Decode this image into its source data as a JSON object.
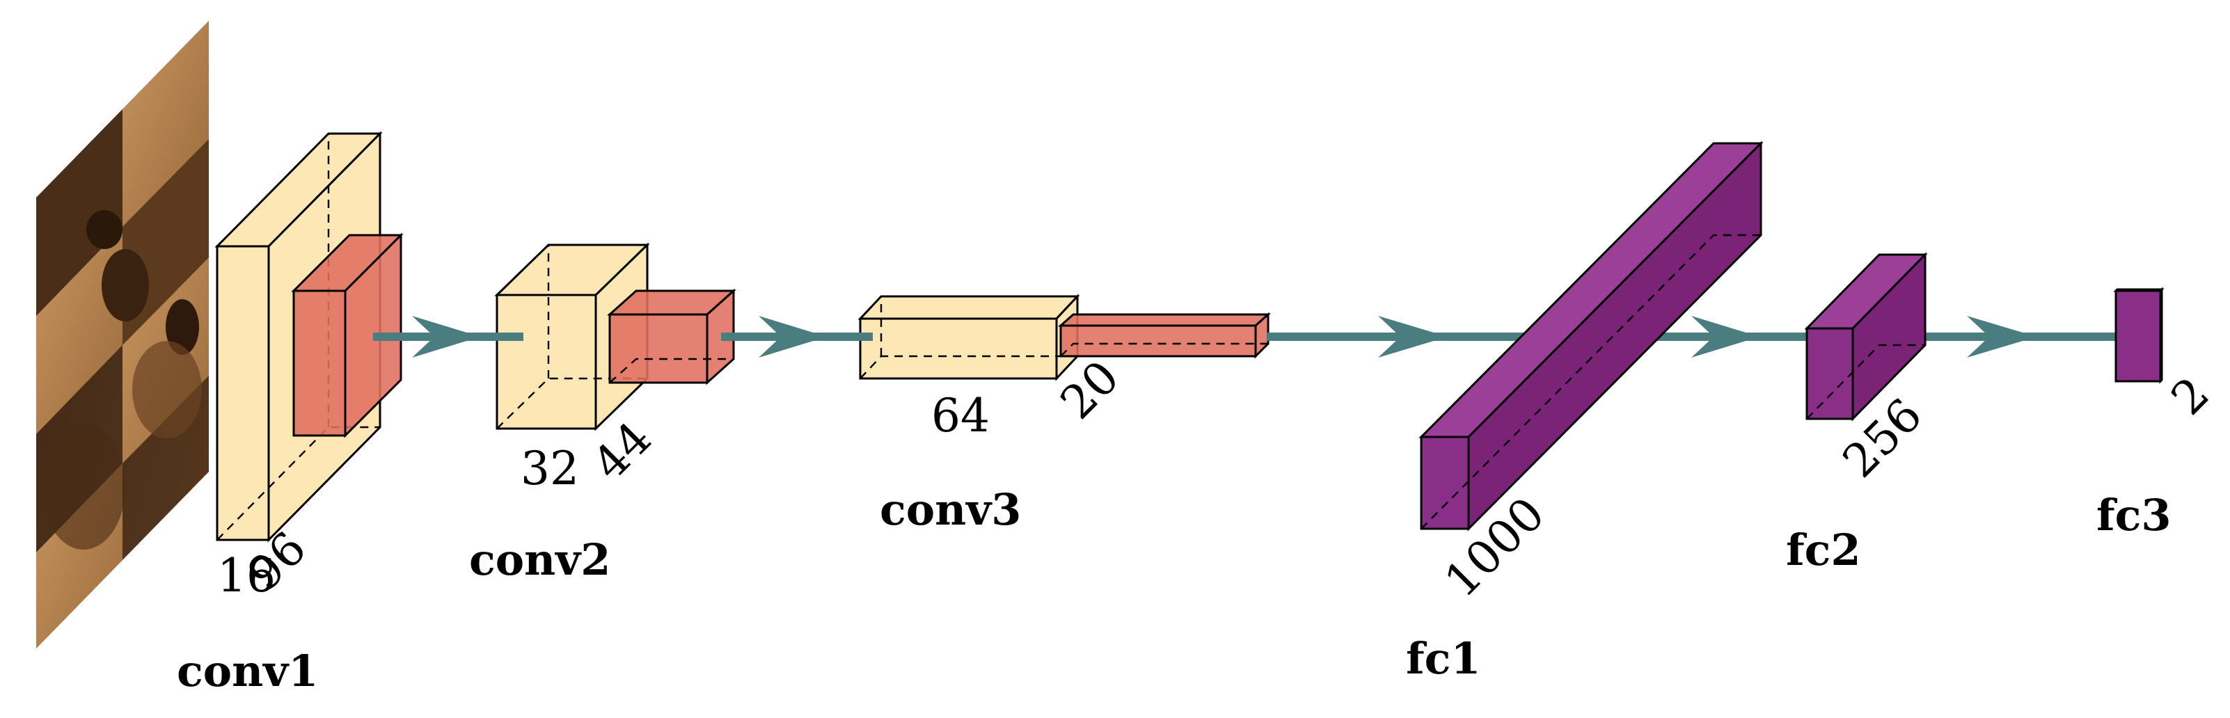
{
  "layers": {
    "conv1": {
      "label": "conv1",
      "dim_a": "16",
      "dim_b": "96"
    },
    "conv2": {
      "label": "conv2",
      "dim_a": "32",
      "dim_b": "44"
    },
    "conv3": {
      "label": "conv3",
      "dim_a": "64",
      "dim_b": "20"
    },
    "fc1": {
      "label": "fc1",
      "dim": "1000"
    },
    "fc2": {
      "label": "fc2",
      "dim": "256"
    },
    "fc3": {
      "label": "fc3",
      "dim": "2"
    }
  },
  "colors": {
    "conv_body": "#fde7b4",
    "conv_activation": "#e07060",
    "fc_block": "#8a2f88",
    "connection": "#4a7d80"
  },
  "input_image": {
    "icon": "wooden-chessboard-photo"
  }
}
